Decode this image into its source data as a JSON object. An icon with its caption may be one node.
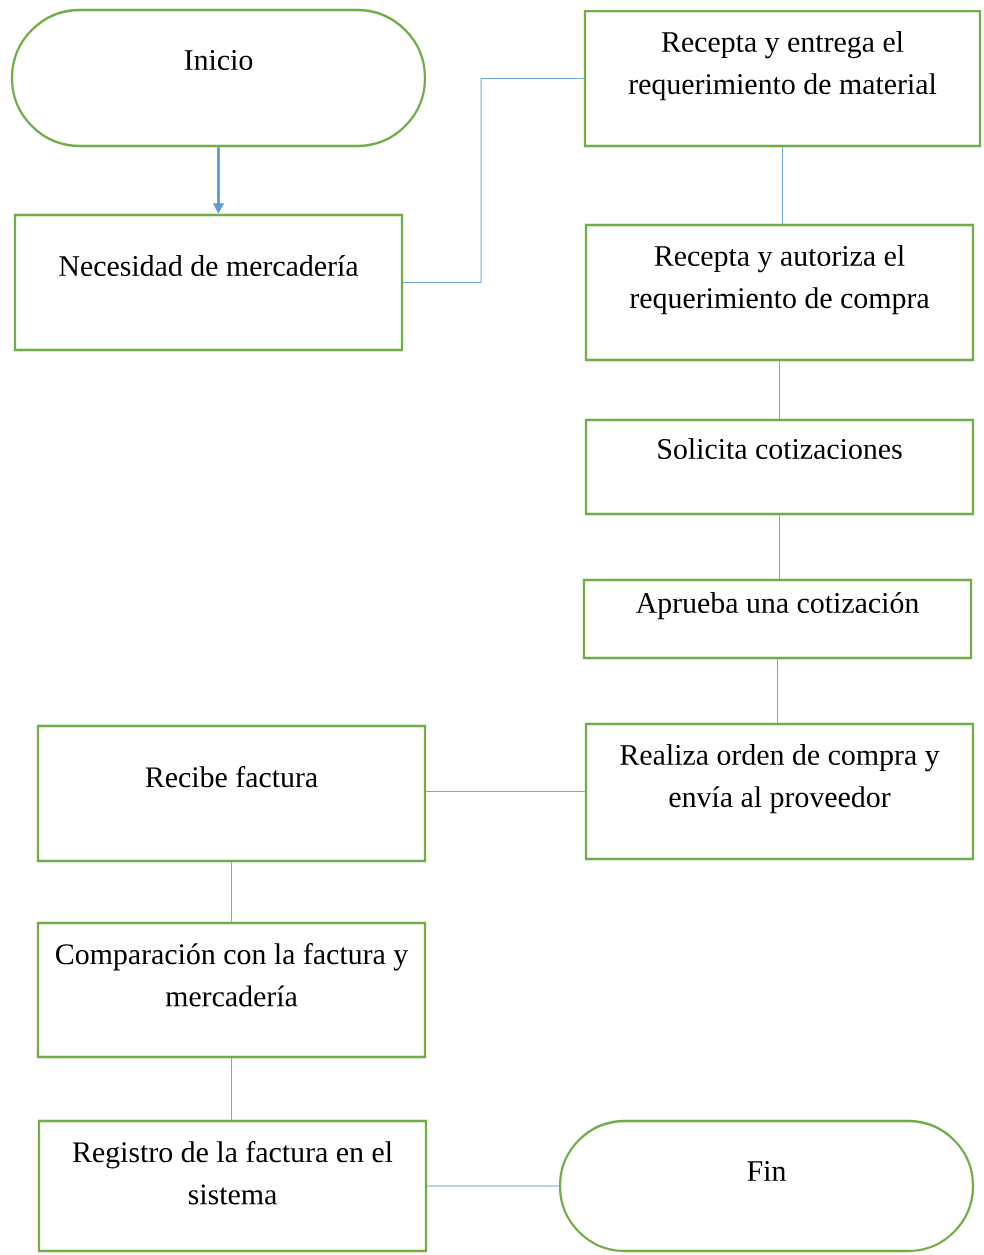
{
  "diagram": {
    "nodes": [
      {
        "text": [
          "Inicio"
        ]
      },
      {
        "text": [
          "Necesidad de mercadería"
        ]
      },
      {
        "text": [
          "Recepta y entrega el requerimiento de material"
        ]
      },
      {
        "text": [
          "Recepta y autoriza el requerimiento de compra"
        ]
      },
      {
        "text": [
          "Solicita cotizaciones"
        ]
      },
      {
        "text": [
          "Aprueba una cotización"
        ]
      },
      {
        "text": [
          "Realiza orden de compra y envía al proveedor"
        ]
      },
      {
        "text": [
          "Recibe factura"
        ]
      },
      {
        "text": [
          "Comparación con la factura y mercadería"
        ]
      },
      {
        "text": [
          "Registro de la factura en el sistema"
        ]
      },
      {
        "text": [
          "Fin"
        ]
      }
    ],
    "edges": [
      {
        "from": 0,
        "to": 1,
        "arrow": "to",
        "style": "thick"
      },
      {
        "from": 1,
        "to": 2,
        "arrow": "none"
      },
      {
        "from": 2,
        "to": 3,
        "arrow": "none"
      },
      {
        "from": 3,
        "to": 4,
        "arrow": "none"
      },
      {
        "from": 4,
        "to": 5,
        "arrow": "none"
      },
      {
        "from": 5,
        "to": 6,
        "arrow": "none"
      },
      {
        "from": 6,
        "to": 7,
        "arrow": "none"
      },
      {
        "from": 7,
        "to": 8,
        "arrow": "none"
      },
      {
        "from": 8,
        "to": 9,
        "arrow": "none"
      },
      {
        "from": 9,
        "to": 10,
        "arrow": "none"
      }
    ]
  }
}
